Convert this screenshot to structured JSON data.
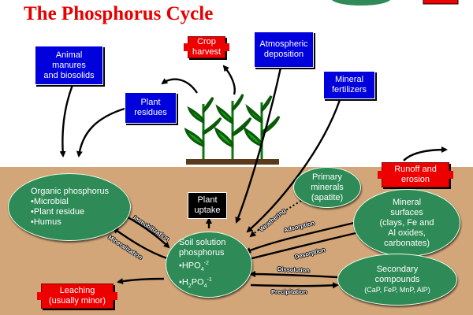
{
  "title": "The Phosphorus Cycle",
  "colors": {
    "sky": "#ffffff",
    "soil": "#d2a679",
    "pool": "#2e8b57",
    "input_box": "#0000dd",
    "output_box": "#ee0000",
    "plant_box": "#000000",
    "title": "#e60000"
  },
  "inputs": {
    "animal_manures": [
      "Animal",
      "manures",
      "and biosolids"
    ],
    "atmospheric_deposition": [
      "Atmospheric",
      "deposition"
    ],
    "mineral_fertilizers": [
      "Mineral",
      "fertilizers"
    ],
    "plant_residues": [
      "Plant",
      "residues"
    ]
  },
  "outputs": {
    "crop_harvest": [
      "Crop",
      "harvest"
    ],
    "runoff_erosion": [
      "Runoff and",
      "erosion"
    ],
    "leaching": [
      "Leaching",
      "(usually minor)"
    ]
  },
  "plant_uptake": [
    "Plant",
    "uptake"
  ],
  "pools": {
    "organic": {
      "title": "Organic phosphorus",
      "items": [
        "•Microbial",
        "•Plant residue",
        "•Humus"
      ]
    },
    "soil_solution": {
      "title": [
        "Soil solution",
        "phosphorus"
      ],
      "ion1": "•HPO",
      "ion1_sub": "4",
      "ion1_sup": "-2",
      "ion2": "•H",
      "ion2_sub1": "2",
      "ion2_mid": "PO",
      "ion2_sub2": "4",
      "ion2_sup": "-1"
    },
    "primary_minerals": [
      "Primary",
      "minerals",
      "(apatite)"
    ],
    "mineral_surfaces": [
      "Mineral",
      "surfaces",
      "(clays, Fe and",
      "Al oxides,",
      "carbonates)"
    ],
    "secondary_compounds": {
      "title": [
        "Secondary",
        "compounds"
      ],
      "detail": "(CaP, FeP, MnP, AlP)"
    }
  },
  "processes": {
    "immobilization": "Immobilization",
    "mineralization": "Mineralization",
    "weathering": "Weathering",
    "adsorption": "Adsorption",
    "desorption": "Desorption",
    "dissolution": "Dissolution",
    "precipitation": "Precipitation"
  }
}
